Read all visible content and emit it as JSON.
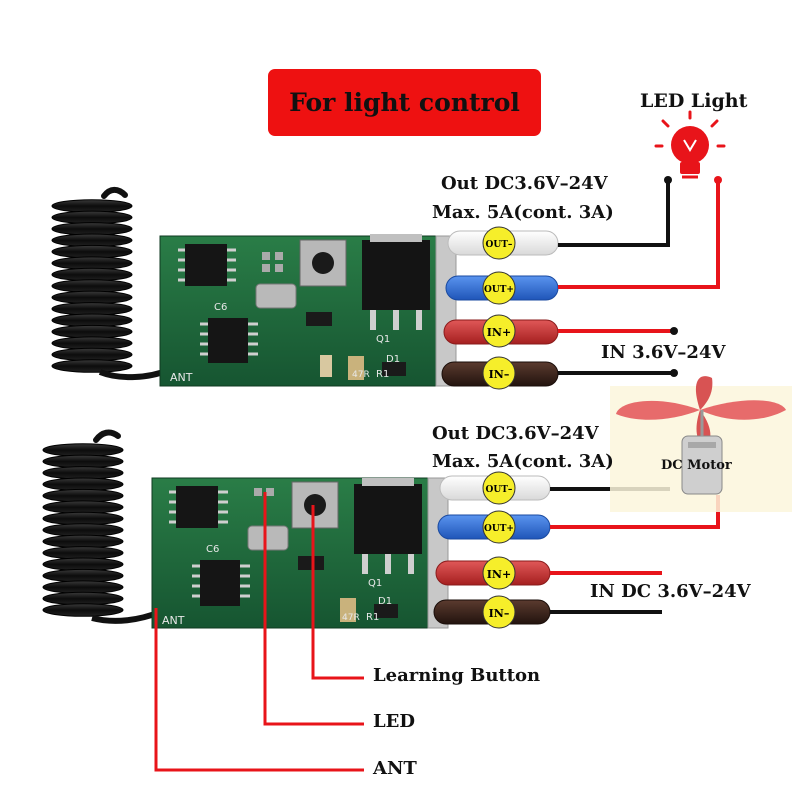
{
  "title": "For light control",
  "colors": {
    "banner": "#ee1111",
    "wire_red": "#e8141a",
    "wire_black": "#111111",
    "pcb_green": "#1e6b3a",
    "cap_white": "#f2f2f2",
    "cap_blue": "#2f6fd6",
    "cap_red": "#cc2b2b",
    "cap_brown": "#3a241c",
    "terminal_yellow": "#f6ee2a"
  },
  "icons": [
    "led-bulb-icon",
    "dc-motor-fan-icon",
    "spring-antenna-icon"
  ],
  "board_top": {
    "output_label_line1": "Out DC3.6V–24V",
    "output_label_line2": "Max. 5A(cont. 3A)",
    "load_label": "LED Light",
    "input_label": "IN 3.6V–24V",
    "terminals": [
      "OUT–",
      "OUT+",
      "IN+",
      "IN–"
    ],
    "silkscreen": {
      "ant": "ANT",
      "c6": "C6",
      "d1": "D1",
      "r1": "R1",
      "r47": "47R",
      "q1": "Q1"
    }
  },
  "board_bottom": {
    "output_label_line1": "Out DC3.6V–24V",
    "output_label_line2": "Max. 5A(cont. 3A)",
    "load_label": "DC Motor",
    "input_label": "IN DC 3.6V–24V",
    "terminals": [
      "OUT–",
      "OUT+",
      "IN+",
      "IN–"
    ],
    "silkscreen": {
      "ant": "ANT",
      "c6": "C6",
      "d1": "D1",
      "r1": "R1",
      "r47": "47R",
      "q1": "Q1"
    }
  },
  "callouts": {
    "learning_button": "Learning Button",
    "led": "LED",
    "ant": "ANT"
  }
}
